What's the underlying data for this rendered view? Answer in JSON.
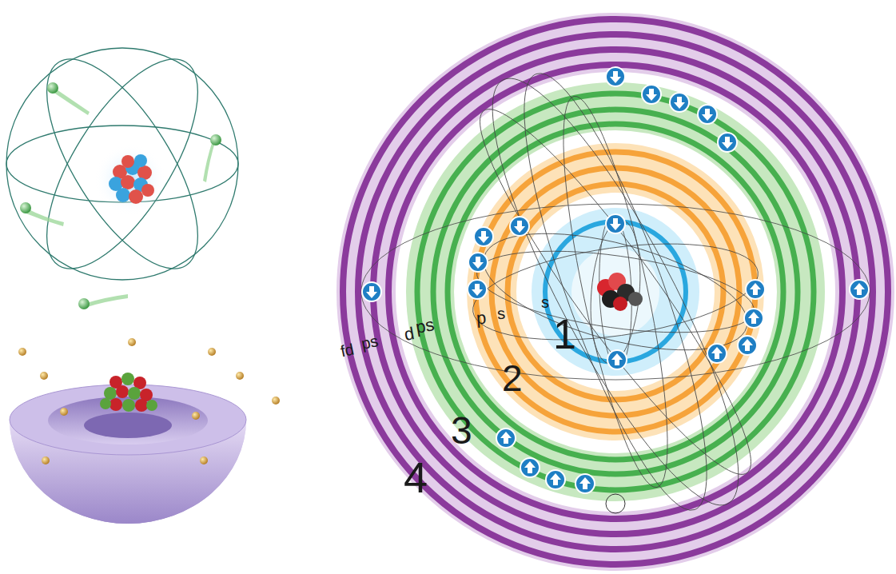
{
  "diagram": {
    "labels": [
      "fd",
      "ps",
      "d",
      "ps",
      "p",
      "s",
      "s",
      "1",
      "2",
      "3",
      "4"
    ]
  }
}
